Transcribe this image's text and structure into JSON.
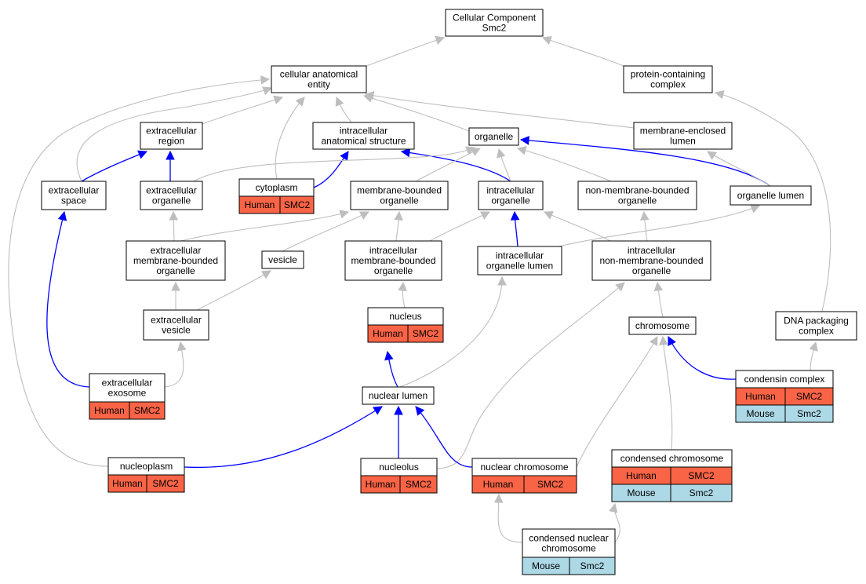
{
  "graph": {
    "colors": {
      "background": "#ffffff",
      "node_border": "#000000",
      "edge_default": "#bebebe",
      "edge_highlight": "#0000ff",
      "human_cell": "#fa6446",
      "mouse_cell": "#add8e6"
    },
    "nodes": [
      {
        "id": "cc_root",
        "lines": [
          "Cellular Component",
          "Smc2"
        ]
      },
      {
        "id": "cellular_anatomical_entity",
        "lines": [
          "cellular anatomical",
          "entity"
        ]
      },
      {
        "id": "protein_containing_complex",
        "lines": [
          "protein-containing",
          "complex"
        ]
      },
      {
        "id": "extracellular_region",
        "lines": [
          "extracellular",
          "region"
        ]
      },
      {
        "id": "intracellular_anatomical_structure",
        "lines": [
          "intracellular",
          "anatomical structure"
        ]
      },
      {
        "id": "organelle",
        "lines": [
          "organelle"
        ]
      },
      {
        "id": "membrane_enclosed_lumen",
        "lines": [
          "membrane-enclosed",
          "lumen"
        ]
      },
      {
        "id": "extracellular_space",
        "lines": [
          "extracellular",
          "space"
        ]
      },
      {
        "id": "extracellular_organelle",
        "lines": [
          "extracellular",
          "organelle"
        ]
      },
      {
        "id": "cytoplasm",
        "lines": [
          "cytoplasm"
        ],
        "rows": [
          {
            "cells": [
              {
                "text": "Human",
                "species": "human"
              },
              {
                "text": "SMC2",
                "species": "human"
              }
            ]
          }
        ]
      },
      {
        "id": "membrane_bounded_organelle",
        "lines": [
          "membrane-bounded",
          "organelle"
        ]
      },
      {
        "id": "intracellular_organelle",
        "lines": [
          "intracellular",
          "organelle"
        ]
      },
      {
        "id": "non_membrane_bounded_organelle",
        "lines": [
          "non-membrane-bounded",
          "organelle"
        ]
      },
      {
        "id": "organelle_lumen",
        "lines": [
          "organelle lumen"
        ]
      },
      {
        "id": "extracellular_membrane_bounded_organelle",
        "lines": [
          "extracellular",
          "membrane-bounded",
          "organelle"
        ]
      },
      {
        "id": "vesicle",
        "lines": [
          "vesicle"
        ]
      },
      {
        "id": "intracellular_membrane_bounded_organelle",
        "lines": [
          "intracellular",
          "membrane-bounded",
          "organelle"
        ]
      },
      {
        "id": "intracellular_organelle_lumen",
        "lines": [
          "intracellular",
          "organelle lumen"
        ]
      },
      {
        "id": "intracellular_non_membrane_bounded_organelle",
        "lines": [
          "intracellular",
          "non-membrane-bounded",
          "organelle"
        ]
      },
      {
        "id": "extracellular_vesicle",
        "lines": [
          "extracellular",
          "vesicle"
        ]
      },
      {
        "id": "nucleus",
        "lines": [
          "nucleus"
        ],
        "rows": [
          {
            "cells": [
              {
                "text": "Human",
                "species": "human"
              },
              {
                "text": "SMC2",
                "species": "human"
              }
            ]
          }
        ]
      },
      {
        "id": "chromosome",
        "lines": [
          "chromosome"
        ]
      },
      {
        "id": "dna_packaging_complex",
        "lines": [
          "DNA packaging",
          "complex"
        ]
      },
      {
        "id": "extracellular_exosome",
        "lines": [
          "extracellular",
          "exosome"
        ],
        "rows": [
          {
            "cells": [
              {
                "text": "Human",
                "species": "human"
              },
              {
                "text": "SMC2",
                "species": "human"
              }
            ]
          }
        ]
      },
      {
        "id": "nuclear_lumen",
        "lines": [
          "nuclear lumen"
        ]
      },
      {
        "id": "condensin_complex",
        "lines": [
          "condensin complex"
        ],
        "rows": [
          {
            "cells": [
              {
                "text": "Human",
                "species": "human"
              },
              {
                "text": "SMC2",
                "species": "human"
              }
            ]
          },
          {
            "cells": [
              {
                "text": "Mouse",
                "species": "mouse"
              },
              {
                "text": "Smc2",
                "species": "mouse"
              }
            ]
          }
        ]
      },
      {
        "id": "nucleoplasm",
        "lines": [
          "nucleoplasm"
        ],
        "rows": [
          {
            "cells": [
              {
                "text": "Human",
                "species": "human"
              },
              {
                "text": "SMC2",
                "species": "human"
              }
            ]
          }
        ]
      },
      {
        "id": "nucleolus",
        "lines": [
          "nucleolus"
        ],
        "rows": [
          {
            "cells": [
              {
                "text": "Human",
                "species": "human"
              },
              {
                "text": "SMC2",
                "species": "human"
              }
            ]
          }
        ]
      },
      {
        "id": "nuclear_chromosome",
        "lines": [
          "nuclear chromosome"
        ],
        "rows": [
          {
            "cells": [
              {
                "text": "Human",
                "species": "human"
              },
              {
                "text": "SMC2",
                "species": "human"
              }
            ]
          }
        ]
      },
      {
        "id": "condensed_chromosome",
        "lines": [
          "condensed chromosome"
        ],
        "rows": [
          {
            "cells": [
              {
                "text": "Human",
                "species": "human"
              },
              {
                "text": "SMC2",
                "species": "human"
              }
            ]
          },
          {
            "cells": [
              {
                "text": "Mouse",
                "species": "mouse"
              },
              {
                "text": "Smc2",
                "species": "mouse"
              }
            ]
          }
        ]
      },
      {
        "id": "condensed_nuclear_chromosome",
        "lines": [
          "condensed nuclear",
          "chromosome"
        ],
        "rows": [
          {
            "cells": [
              {
                "text": "Mouse",
                "species": "mouse"
              },
              {
                "text": "Smc2",
                "species": "mouse"
              }
            ]
          }
        ]
      }
    ],
    "edges": [
      {
        "from": "cellular_anatomical_entity",
        "to": "cc_root",
        "highlight": false
      },
      {
        "from": "protein_containing_complex",
        "to": "cc_root",
        "highlight": false
      },
      {
        "from": "extracellular_region",
        "to": "cellular_anatomical_entity",
        "highlight": false
      },
      {
        "from": "intracellular_anatomical_structure",
        "to": "cellular_anatomical_entity",
        "highlight": false
      },
      {
        "from": "organelle",
        "to": "cellular_anatomical_entity",
        "highlight": false
      },
      {
        "from": "membrane_enclosed_lumen",
        "to": "cellular_anatomical_entity",
        "highlight": false
      },
      {
        "from": "extracellular_space",
        "to": "cellular_anatomical_entity",
        "highlight": false
      },
      {
        "from": "cytoplasm",
        "to": "cellular_anatomical_entity",
        "highlight": false
      },
      {
        "from": "nucleoplasm",
        "to": "cellular_anatomical_entity",
        "highlight": false
      },
      {
        "from": "extracellular_space",
        "to": "extracellular_region",
        "highlight": true
      },
      {
        "from": "extracellular_organelle",
        "to": "extracellular_region",
        "highlight": true
      },
      {
        "from": "cytoplasm",
        "to": "intracellular_anatomical_structure",
        "highlight": true
      },
      {
        "from": "intracellular_organelle",
        "to": "intracellular_anatomical_structure",
        "highlight": true
      },
      {
        "from": "extracellular_organelle",
        "to": "organelle",
        "highlight": false
      },
      {
        "from": "membrane_bounded_organelle",
        "to": "organelle",
        "highlight": false
      },
      {
        "from": "intracellular_organelle",
        "to": "organelle",
        "highlight": false
      },
      {
        "from": "non_membrane_bounded_organelle",
        "to": "organelle",
        "highlight": false
      },
      {
        "from": "organelle_lumen",
        "to": "organelle",
        "highlight": true
      },
      {
        "from": "organelle_lumen",
        "to": "membrane_enclosed_lumen",
        "highlight": false
      },
      {
        "from": "extracellular_membrane_bounded_organelle",
        "to": "extracellular_organelle",
        "highlight": false
      },
      {
        "from": "extracellular_membrane_bounded_organelle",
        "to": "membrane_bounded_organelle",
        "highlight": false
      },
      {
        "from": "vesicle",
        "to": "membrane_bounded_organelle",
        "highlight": false
      },
      {
        "from": "intracellular_membrane_bounded_organelle",
        "to": "membrane_bounded_organelle",
        "highlight": false
      },
      {
        "from": "intracellular_membrane_bounded_organelle",
        "to": "intracellular_organelle",
        "highlight": false
      },
      {
        "from": "intracellular_organelle_lumen",
        "to": "intracellular_organelle",
        "highlight": true
      },
      {
        "from": "intracellular_non_membrane_bounded_organelle",
        "to": "intracellular_organelle",
        "highlight": false
      },
      {
        "from": "intracellular_non_membrane_bounded_organelle",
        "to": "non_membrane_bounded_organelle",
        "highlight": false
      },
      {
        "from": "intracellular_organelle_lumen",
        "to": "organelle_lumen",
        "highlight": false
      },
      {
        "from": "extracellular_vesicle",
        "to": "extracellular_membrane_bounded_organelle",
        "highlight": false
      },
      {
        "from": "extracellular_vesicle",
        "to": "vesicle",
        "highlight": false
      },
      {
        "from": "nucleus",
        "to": "intracellular_membrane_bounded_organelle",
        "highlight": false
      },
      {
        "from": "chromosome",
        "to": "intracellular_non_membrane_bounded_organelle",
        "highlight": false
      },
      {
        "from": "extracellular_exosome",
        "to": "extracellular_space",
        "highlight": true
      },
      {
        "from": "extracellular_exosome",
        "to": "extracellular_vesicle",
        "highlight": false
      },
      {
        "from": "nuclear_lumen",
        "to": "nucleus",
        "highlight": true
      },
      {
        "from": "nuclear_lumen",
        "to": "intracellular_organelle_lumen",
        "highlight": false
      },
      {
        "from": "condensin_complex",
        "to": "chromosome",
        "highlight": true
      },
      {
        "from": "condensin_complex",
        "to": "dna_packaging_complex",
        "highlight": false
      },
      {
        "from": "dna_packaging_complex",
        "to": "protein_containing_complex",
        "highlight": false
      },
      {
        "from": "nucleoplasm",
        "to": "nuclear_lumen",
        "highlight": true
      },
      {
        "from": "nucleolus",
        "to": "nuclear_lumen",
        "highlight": true
      },
      {
        "from": "nucleolus",
        "to": "intracellular_non_membrane_bounded_organelle",
        "highlight": false
      },
      {
        "from": "nuclear_chromosome",
        "to": "nuclear_lumen",
        "highlight": true
      },
      {
        "from": "nuclear_chromosome",
        "to": "chromosome",
        "highlight": false
      },
      {
        "from": "condensed_chromosome",
        "to": "chromosome",
        "highlight": false
      },
      {
        "from": "condensed_nuclear_chromosome",
        "to": "nuclear_chromosome",
        "highlight": false
      },
      {
        "from": "condensed_nuclear_chromosome",
        "to": "condensed_chromosome",
        "highlight": false
      }
    ]
  }
}
